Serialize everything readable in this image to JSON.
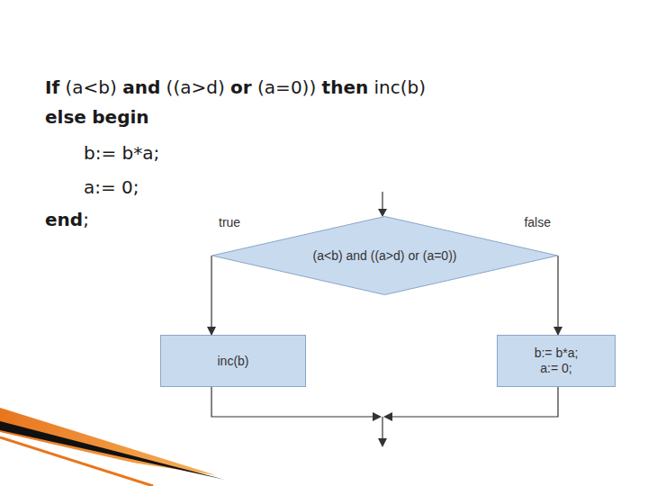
{
  "diagram": {
    "nodes": [
      {
        "text": [
          "(a<b) and ((a>d) or (a=0))"
        ]
      },
      {
        "text": [
          "inc(b)"
        ]
      },
      {
        "text": [
          "b:= b*a; a:= 0;"
        ]
      }
    ],
    "edges": [
      {
        "from": 0,
        "to": 1,
        "arrow": "to",
        "label": "true"
      },
      {
        "from": 0,
        "to": 2,
        "arrow": "to",
        "label": "false"
      }
    ],
    "labels": [
      "If (a<b) and ((a>d) or (a=0)) then inc(b)",
      "else begin",
      "b:= b*a;",
      "a:= 0;",
      "end;"
    ]
  }
}
